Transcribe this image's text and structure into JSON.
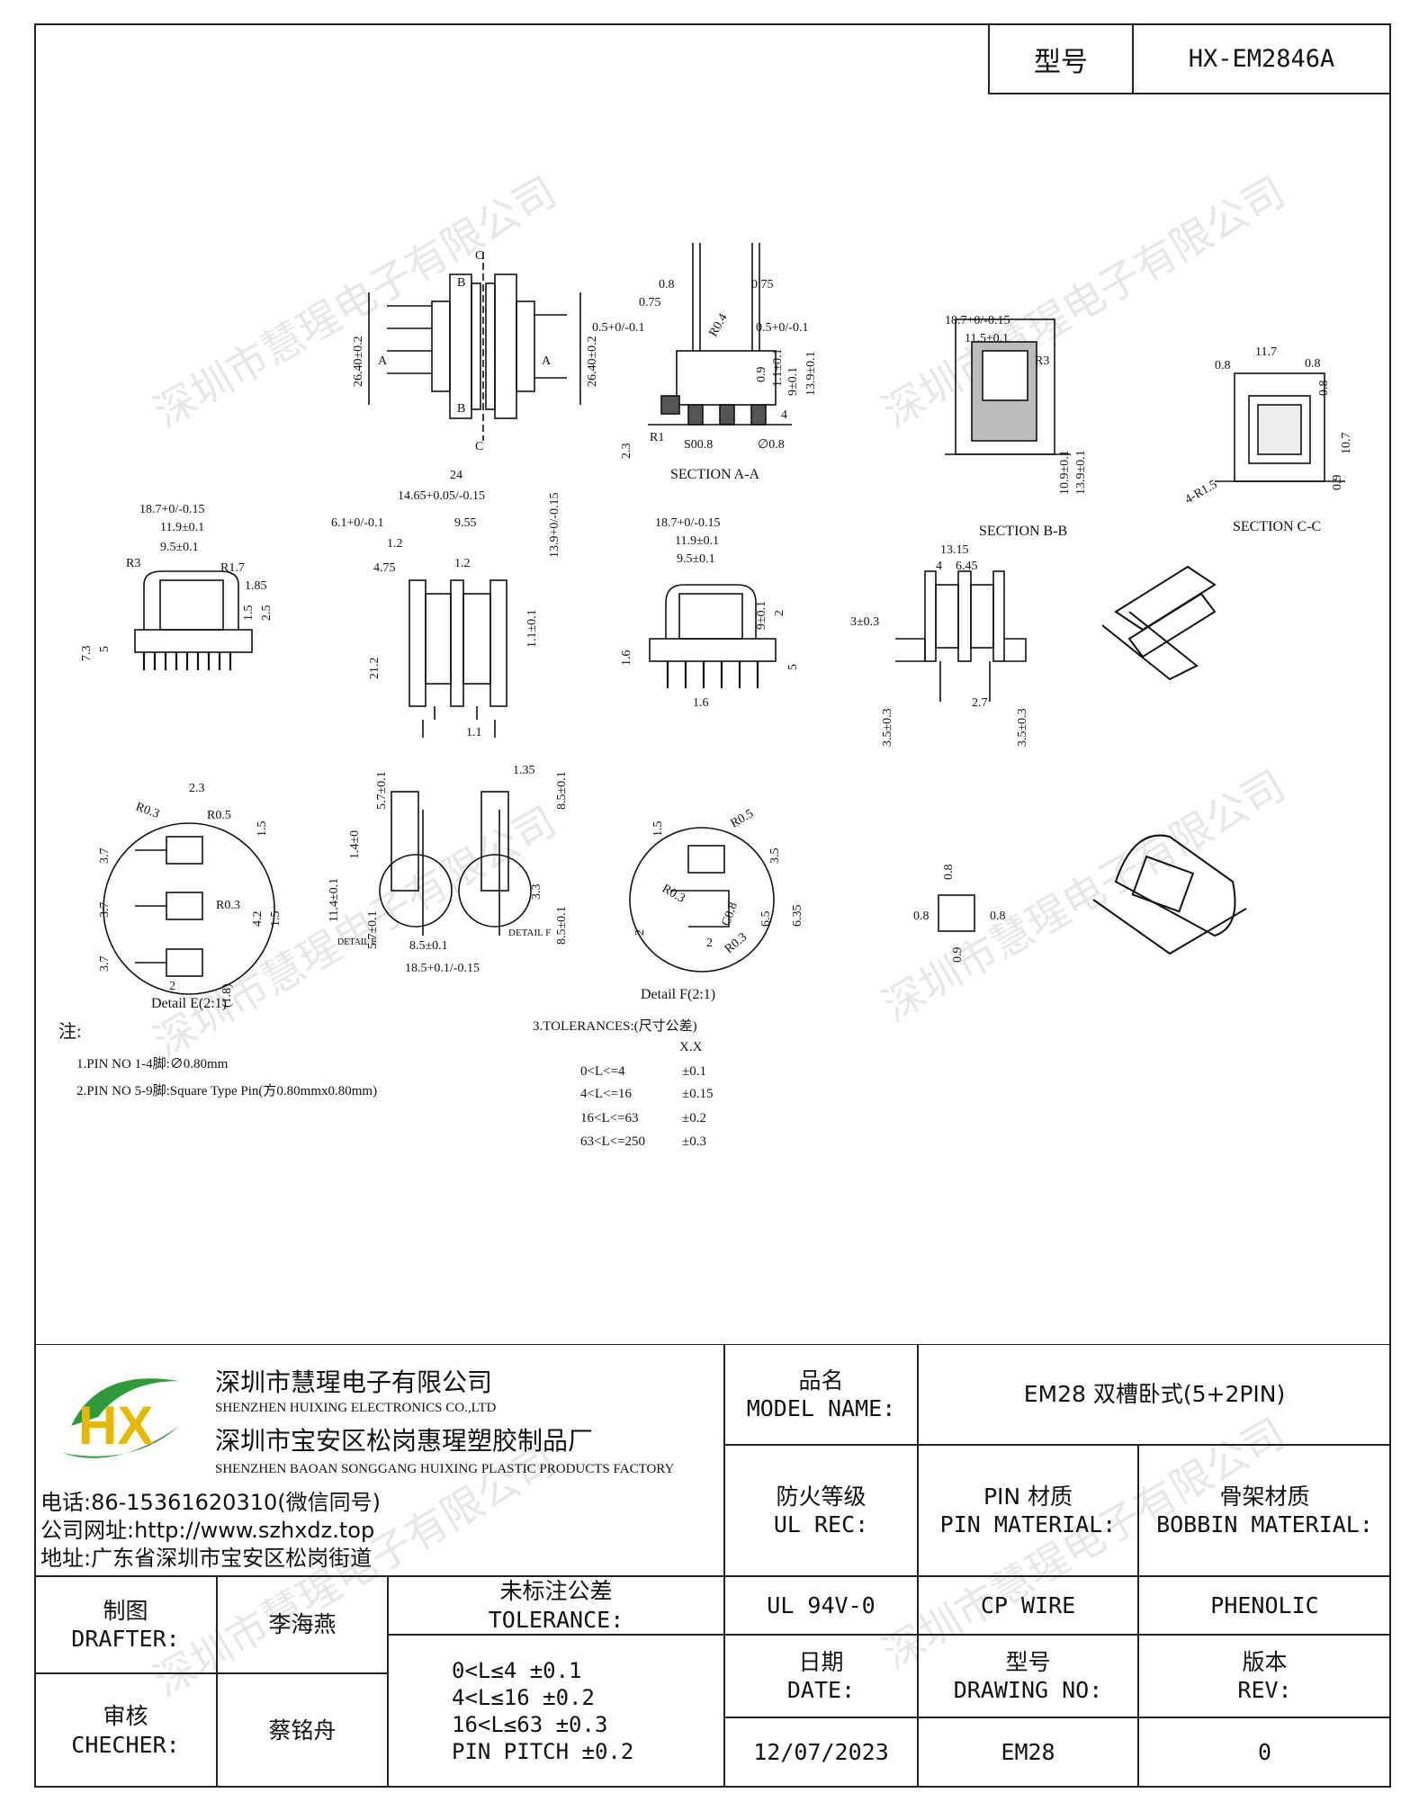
{
  "header": {
    "model_label": "型号",
    "model_value": "HX-EM2846A"
  },
  "watermark": "深圳市慧瑆电子有限公司",
  "views": {
    "section_aa": "SECTION A-A",
    "section_bb": "SECTION B-B",
    "section_cc": "SECTION C-C",
    "detail_e": "Detail E(2:1)",
    "detail_f": "Detail F(2:1)",
    "dims_aa": [
      "0.8",
      "0.75",
      "0.75",
      "0.5+0/-0.1",
      "0.5+0/-0.1",
      "R0.4",
      "0.9",
      "1.1±0.1",
      "9±0.1",
      "13.9±0.1",
      "4",
      "2.3",
      "S00.8",
      "R1",
      "∅0.8"
    ],
    "dims_bb": [
      "18.7+0/-0.15",
      "11.5±0.1",
      "R3",
      "10.9±0.1",
      "13.9±0.1"
    ],
    "dims_cc": [
      "11.7",
      "0.8",
      "0.8",
      "0.8",
      "10.7",
      "0.9",
      "4-R1.5"
    ],
    "dims_top": [
      "C",
      "C",
      "B",
      "B",
      "A",
      "A",
      "26.40±0.2",
      "26.40±0.2"
    ],
    "dims_front": [
      "18.7+0/-0.15",
      "11.9±0.1",
      "9.5±0.1",
      "R3",
      "R1.7",
      "1.85",
      "1.5",
      "2.5",
      "5",
      "7.3"
    ],
    "dims_side": [
      "24",
      "14.65+0.05/-0.15",
      "6.1+0/-0.1",
      "1.2",
      "4.75",
      "9.55",
      "1.2",
      "13.9+0/-0.15",
      "21.2",
      "1.1±0.1",
      "1.1"
    ],
    "dims_front2": [
      "18.7+0/-0.15",
      "11.9±0.1",
      "9.5±0.1",
      "1.6",
      "9±0.1",
      "2",
      "5",
      "1.6"
    ],
    "dims_side2": [
      "13.15",
      "4",
      "6.45",
      "3±0.3",
      "3.5±0.3",
      "2.7",
      "3.5±0.3"
    ],
    "dims_pin": [
      "0.8",
      "0.8",
      "0.8",
      "0.9"
    ],
    "dims_detail_e": [
      "2.3",
      "R0.3",
      "R0.5",
      "1.5",
      "3.7",
      "3.7",
      "3.7",
      "R0.3",
      "4.2",
      "1.5",
      "2",
      "(1.8)"
    ],
    "dims_detail_mid": [
      "5.7±0.1",
      "1.4±0",
      "11.4±0.1",
      "5.7±0.1",
      "8.5±0.1",
      "18.5+0.1/-0.15",
      "1.35",
      "8.5±0.1",
      "3.3",
      "8.5±0.1",
      "DETAIL E",
      "DETAIL F"
    ],
    "dims_detail_f": [
      "1.5",
      "R0.5",
      "3.5",
      "R0.3",
      "C0.8",
      "6.5",
      "6.35",
      "2",
      "2",
      "R0.3"
    ]
  },
  "notes": {
    "title": "注:",
    "n1": "1.PIN NO 1-4脚:∅0.80mm",
    "n2": "2.PIN NO 5-9脚:Square Type Pin(方0.80mmx0.80mm)",
    "tol_title": "3.TOLERANCES:(尺寸公差)",
    "tol_head": "X.X",
    "tol_rows": [
      [
        "0<L<=4",
        "±0.1"
      ],
      [
        "4<L<=16",
        "±0.15"
      ],
      [
        "16<L<=63",
        "±0.2"
      ],
      [
        "63<L<=250",
        "±0.3"
      ]
    ]
  },
  "titleblock": {
    "company_cn": "深圳市慧瑆电子有限公司",
    "company_en": "SHENZHEN HUIXING ELECTRONICS CO.,LTD",
    "factory_cn": "深圳市宝安区松岗惠瑆塑胶制品厂",
    "factory_en": "SHENZHEN BAOAN SONGGANG HUIXING PLASTIC PRODUCTS FACTORY",
    "phone": "电话:86-15361620310(微信同号)",
    "web": "公司网址:http://www.szhxdz.top",
    "addr": "地址:广东省深圳市宝安区松岗街道",
    "logo_text": "HX",
    "model_name_cn": "品名",
    "model_name_en": "MODEL NAME:",
    "model_name_value": "EM28 双槽卧式(5+2PIN)",
    "ul_cn": "防火等级",
    "ul_en": "UL REC:",
    "pin_cn": "PIN 材质",
    "pin_en": "PIN MATERIAL:",
    "bobbin_cn": "骨架材质",
    "bobbin_en": "BOBBIN MATERIAL:",
    "ul_value": "UL 94V-0",
    "pin_value": "CP WIRE",
    "bobbin_value": "PHENOLIC",
    "drafter_cn": "制图",
    "drafter_en": "DRAFTER:",
    "drafter_value": "李海燕",
    "checker_cn": "审核",
    "checker_en": "CHECHER:",
    "checker_value": "蔡铭舟",
    "tol_cn": "未标注公差",
    "tol_en": "TOLERANCE:",
    "tol_lines": [
      "0<L≤4  ±0.1",
      "4<L≤16 ±0.2",
      "16<L≤63 ±0.3",
      "PIN PITCH ±0.2"
    ],
    "date_cn": "日期",
    "date_en": "DATE:",
    "date_value": "12/07/2023",
    "dwg_cn": "型号",
    "dwg_en": "DRAWING NO:",
    "dwg_value": "EM28",
    "rev_cn": "版本",
    "rev_en": "REV:",
    "rev_value": "0"
  }
}
